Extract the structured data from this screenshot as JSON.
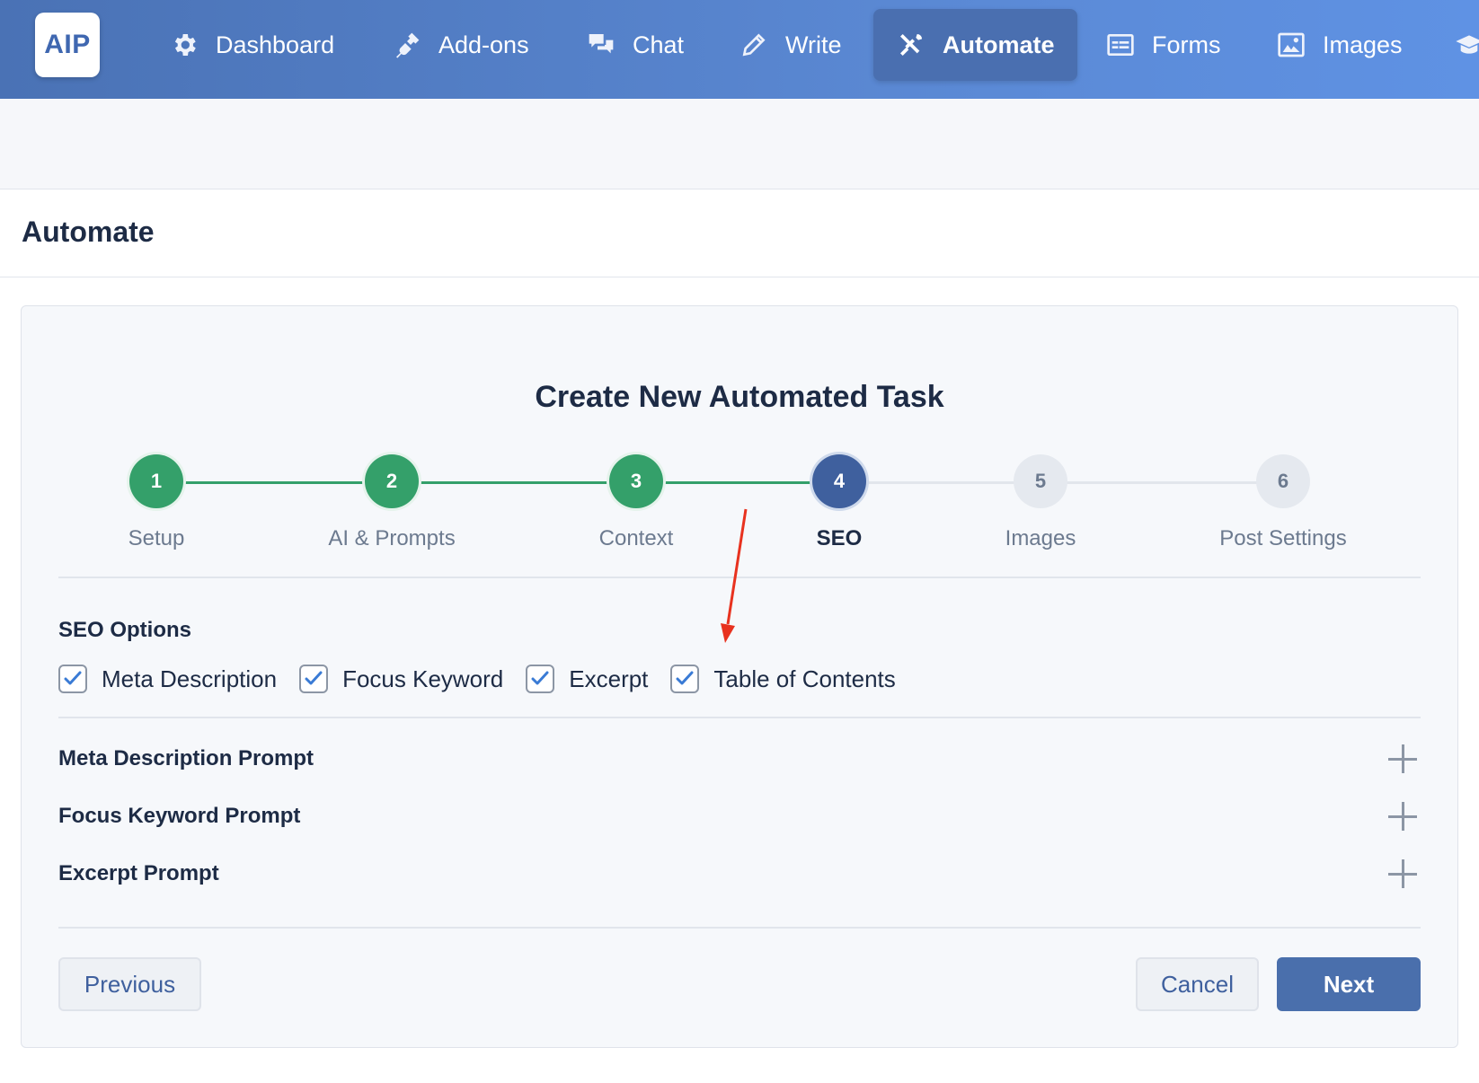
{
  "app": {
    "logo": "AIP"
  },
  "nav": {
    "items": [
      {
        "label": "Dashboard",
        "icon": "gear-icon"
      },
      {
        "label": "Add-ons",
        "icon": "plug-icon"
      },
      {
        "label": "Chat",
        "icon": "chat-bubbles-icon"
      },
      {
        "label": "Write",
        "icon": "pencil-icon"
      },
      {
        "label": "Automate",
        "icon": "tools-icon",
        "active": true
      },
      {
        "label": "Forms",
        "icon": "form-icon"
      },
      {
        "label": "Images",
        "icon": "image-icon"
      }
    ]
  },
  "page": {
    "title": "Automate"
  },
  "wizard": {
    "title": "Create New Automated Task",
    "steps": [
      {
        "number": "1",
        "label": "Setup",
        "state": "done"
      },
      {
        "number": "2",
        "label": "AI & Prompts",
        "state": "done"
      },
      {
        "number": "3",
        "label": "Context",
        "state": "done"
      },
      {
        "number": "4",
        "label": "SEO",
        "state": "current"
      },
      {
        "number": "5",
        "label": "Images",
        "state": "todo"
      },
      {
        "number": "6",
        "label": "Post Settings",
        "state": "todo"
      }
    ]
  },
  "seo": {
    "heading": "SEO Options",
    "options": [
      {
        "label": "Meta Description",
        "checked": true
      },
      {
        "label": "Focus Keyword",
        "checked": true
      },
      {
        "label": "Excerpt",
        "checked": true
      },
      {
        "label": "Table of Contents",
        "checked": true
      }
    ],
    "prompts": [
      {
        "label": "Meta Description Prompt"
      },
      {
        "label": "Focus Keyword Prompt"
      },
      {
        "label": "Excerpt Prompt"
      }
    ]
  },
  "buttons": {
    "previous": "Previous",
    "cancel": "Cancel",
    "next": "Next"
  },
  "colors": {
    "accent": "#4a6fac",
    "done": "#34a06a",
    "annotation": "#e8321f"
  }
}
